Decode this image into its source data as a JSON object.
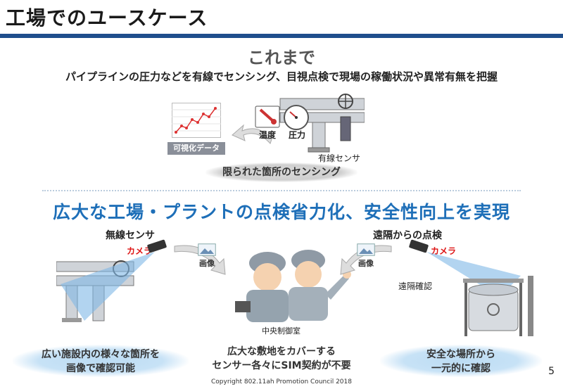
{
  "header": {
    "title": "工場でのユースケース"
  },
  "before": {
    "heading": "これまで",
    "description": "パイプラインの圧力などを有線でセンシング、目視点検で現場の稼働状況や異常有無を把握",
    "chart_label": "可視化データ",
    "temp_label": "温度",
    "pressure_label": "圧力",
    "wired_sensor_label": "有線センサ",
    "limited_label": "限られた箇所のセンシング"
  },
  "headline": "広大な工場・プラントの点検省力化、安全性向上を実現",
  "after": {
    "wireless_sensor_label": "無線センサ",
    "camera_left": "カメラ",
    "image_left": "画像",
    "remote_inspection_label": "遠隔からの点検",
    "camera_right": "カメラ",
    "image_right": "画像",
    "remote_confirm": "遠隔確認",
    "control_room": "中央制御室"
  },
  "bottom": {
    "left_line1": "広い施設内の様々な箇所を",
    "left_line2": "画像で確認可能",
    "center_line1": "広大な敷地をカバーする",
    "center_line2": "センサー各々にSIM契約が不要",
    "right_line1": "安全な場所から",
    "right_line2": "一元的に確認"
  },
  "footer": {
    "copyright": "Copyright 802.11ah Promotion Council 2018",
    "page": "5"
  },
  "colors": {
    "accent_blue": "#1e6fb8",
    "title_bar": "#1f4e8c",
    "camera_red": "#d11111"
  }
}
